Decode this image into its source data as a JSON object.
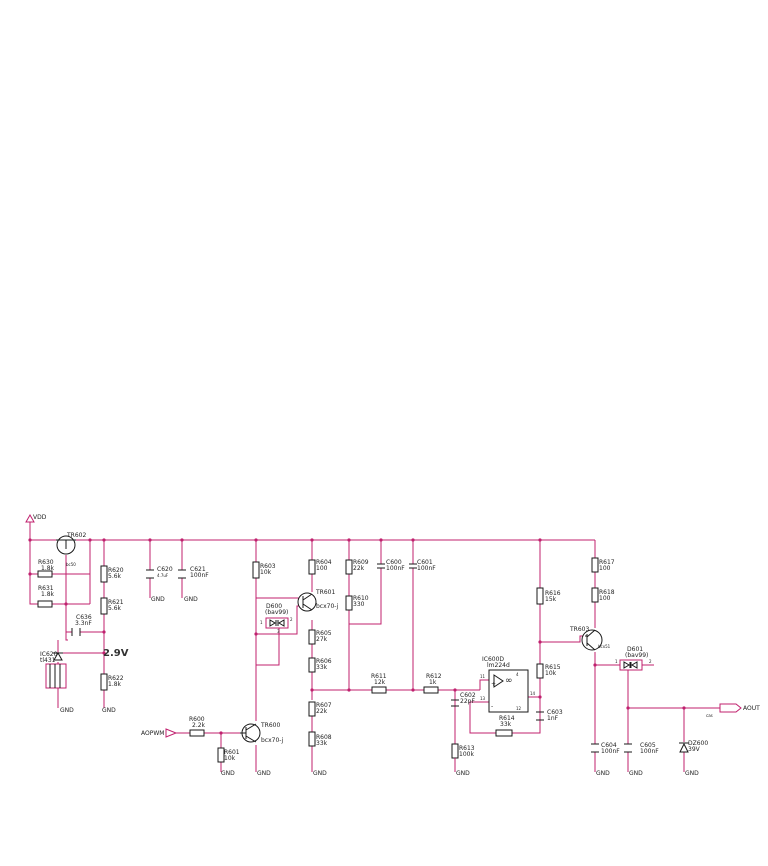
{
  "nets": {
    "vdd": "VDD",
    "gnd": "GND",
    "aopwm": "AOPWM",
    "aout": "AOUT",
    "aout_small": "cas",
    "voltage": "2.9V"
  },
  "transistors": {
    "tr602": {
      "ref": "TR602",
      "part": "bc50"
    },
    "tr601": {
      "ref": "TR601",
      "part": "bcx70-j"
    },
    "tr600": {
      "ref": "TR600",
      "part": "bcx70-j"
    },
    "tr603": {
      "ref": "TR603",
      "part": "bcx51"
    }
  },
  "resistors": {
    "r630": {
      "ref": "R630",
      "value": "1.8k"
    },
    "r631": {
      "ref": "R631",
      "value": "1.8k"
    },
    "r620": {
      "ref": "R620",
      "value": "5.6k"
    },
    "r621": {
      "ref": "R621",
      "value": "5.6k"
    },
    "r622": {
      "ref": "R622",
      "value": "1.8k"
    },
    "r603": {
      "ref": "R603",
      "value": "10k"
    },
    "r604": {
      "ref": "R604",
      "value": "100"
    },
    "r605": {
      "ref": "R605",
      "value": "27k"
    },
    "r606": {
      "ref": "R606",
      "value": "33k"
    },
    "r607": {
      "ref": "R607",
      "value": "22k"
    },
    "r608": {
      "ref": "R608",
      "value": "33k"
    },
    "r609": {
      "ref": "R609",
      "value": "22k"
    },
    "r610": {
      "ref": "R610",
      "value": "330"
    },
    "r611": {
      "ref": "R611",
      "value": "12k"
    },
    "r612": {
      "ref": "R612",
      "value": "1k"
    },
    "r613": {
      "ref": "R613",
      "value": "100k"
    },
    "r614": {
      "ref": "R614",
      "value": "33k"
    },
    "r615": {
      "ref": "R615",
      "value": "10k"
    },
    "r616": {
      "ref": "R616",
      "value": "15k"
    },
    "r617": {
      "ref": "R617",
      "value": "100"
    },
    "r618": {
      "ref": "R618",
      "value": "100"
    },
    "r600": {
      "ref": "R600",
      "value": "2.2k"
    },
    "r601": {
      "ref": "R601",
      "value": "10k"
    }
  },
  "capacitors": {
    "c636": {
      "ref": "C636",
      "value": "3.3nF"
    },
    "c620": {
      "ref": "C620",
      "value": "4.7uF"
    },
    "c621": {
      "ref": "C621",
      "value": "100nF"
    },
    "c600": {
      "ref": "C600",
      "value": "100nF"
    },
    "c601": {
      "ref": "C601",
      "value": "100nF"
    },
    "c602": {
      "ref": "C602",
      "value": "22pF"
    },
    "c603": {
      "ref": "C603",
      "value": "1nF"
    },
    "c604": {
      "ref": "C604",
      "value": "100nF"
    },
    "c605": {
      "ref": "C605",
      "value": "100nF"
    }
  },
  "diodes": {
    "d600": {
      "ref": "D600",
      "value": "(bav99)"
    },
    "d601": {
      "ref": "D601",
      "value": "(bav99)"
    },
    "dz600": {
      "ref": "DZ600",
      "value": "39V"
    },
    "ref_ic": {
      "ref": "IC620",
      "value": "tl431"
    }
  },
  "ic": {
    "ref": "IC600D",
    "value": "lm224d"
  },
  "pins": {
    "plus": "+",
    "minus": "-",
    "p11": "11",
    "p4": "4",
    "p12": "12",
    "p13": "13",
    "p14": "14",
    "p1": "1",
    "p2": "2",
    "p3": "3"
  }
}
